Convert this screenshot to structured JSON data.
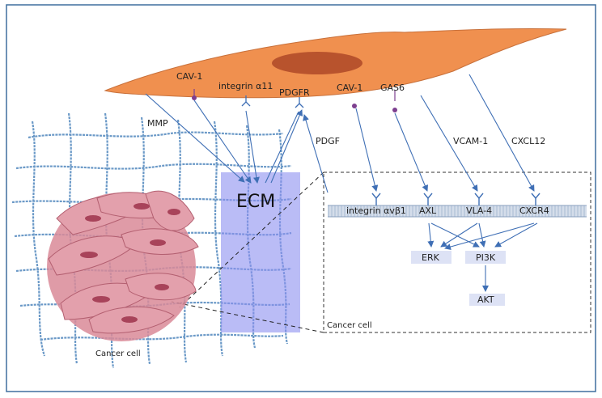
{
  "fibroblast_receptors": {
    "cav1_left": "CAV-1",
    "integrin_a11": "integrin α11",
    "pdgfr": "PDGFR",
    "cav1_right": "CAV-1",
    "gas6": "GAS6"
  },
  "signals": {
    "mmp": "MMP",
    "pdgf": "PDGF",
    "vcam1": "VCAM-1",
    "cxcl12": "CXCL12"
  },
  "ecm_label": "ECM",
  "membrane_receptors": {
    "integrin_avb1": "integrin αvβ1",
    "axl": "AXL",
    "vla4": "VLA-4",
    "cxcr4": "CXCR4"
  },
  "pathway": {
    "erk": "ERK",
    "pi3k": "PI3K",
    "akt": "AKT"
  },
  "cancer_cell_inset": "Cancer cell",
  "cancer_cell_cluster": "Cancer cell",
  "colors": {
    "fibroblast": "#f0904f",
    "nucleus": "#b8532d",
    "arrow": "#3f6fb5",
    "ecm_box": "#8c8ff0",
    "fiber": "#5b8fc2",
    "cancer_cell": "#d77b8c",
    "pathway_box": "#dde2f5",
    "frame": "#3e6e9e"
  }
}
